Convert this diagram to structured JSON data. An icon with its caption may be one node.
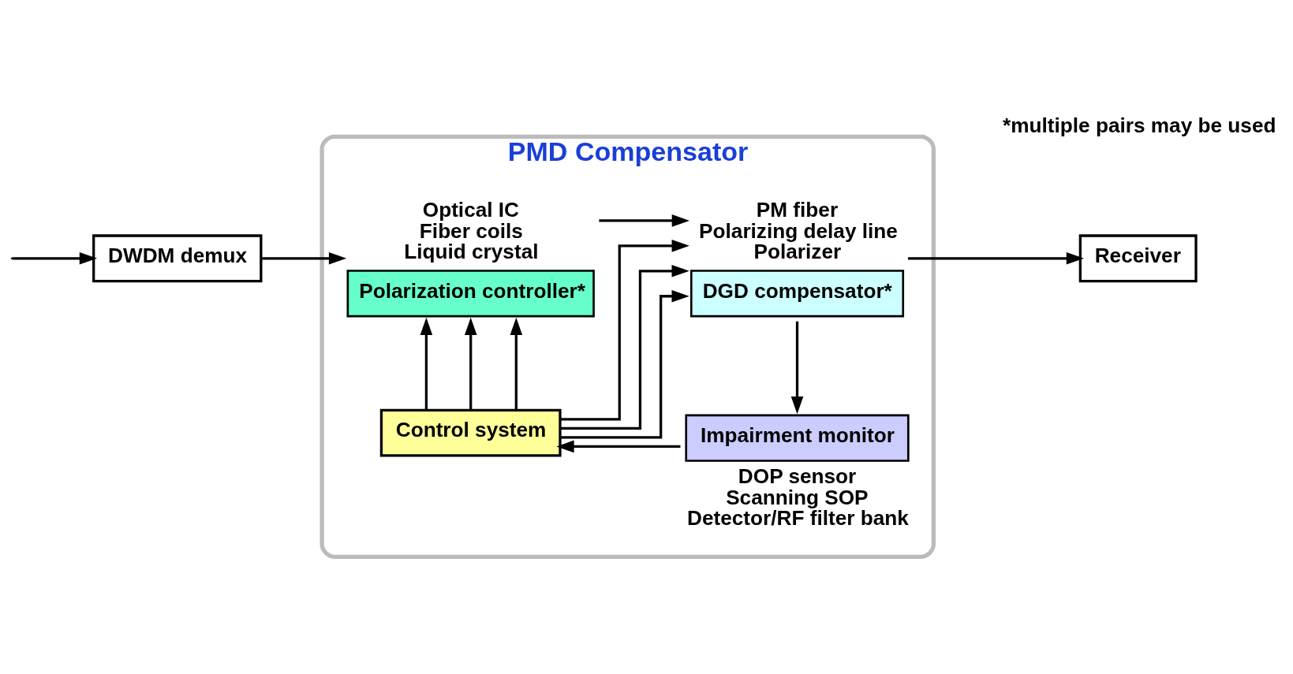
{
  "diagram": {
    "nodes": [
      {
        "text": [
          "PMD Compensator"
        ]
      },
      {
        "text": [
          "DWDM demux"
        ]
      },
      {
        "text": [
          "Polarization controller*"
        ],
        "in": 0,
        "beside": [
          "Optical IC",
          "Fiber coils",
          "Liquid crystal"
        ]
      },
      {
        "text": [
          "DGD compensator*"
        ],
        "in": 0,
        "beside": [
          "PM fiber",
          "Polarizing delay line",
          "Polarizer"
        ]
      },
      {
        "text": [
          "Control system"
        ],
        "in": 0
      },
      {
        "text": [
          "Impairment monitor"
        ],
        "in": 0,
        "beside": [
          "DOP sensor",
          "Scanning SOP",
          "Detector/RF filter bank"
        ]
      },
      {
        "text": [
          "Receiver"
        ]
      }
    ],
    "edges": [
      {
        "from": null,
        "to": 1,
        "arrow": "to"
      },
      {
        "from": 1,
        "to": 2,
        "arrow": "to"
      },
      {
        "from": 2,
        "to": 3,
        "arrow": "to"
      },
      {
        "from": 3,
        "to": 6,
        "arrow": "to"
      },
      {
        "from": 3,
        "to": 5,
        "arrow": "to"
      },
      {
        "from": 5,
        "to": 4,
        "arrow": "to"
      },
      {
        "from": 4,
        "to": 2,
        "arrow": "to"
      },
      {
        "from": 4,
        "to": 2,
        "arrow": "to"
      },
      {
        "from": 4,
        "to": 2,
        "arrow": "to"
      },
      {
        "from": 4,
        "to": 3,
        "arrow": "to"
      },
      {
        "from": 4,
        "to": 3,
        "arrow": "to"
      },
      {
        "from": 4,
        "to": 3,
        "arrow": "to"
      }
    ],
    "labels": [
      "*multiple pairs may be used"
    ]
  }
}
